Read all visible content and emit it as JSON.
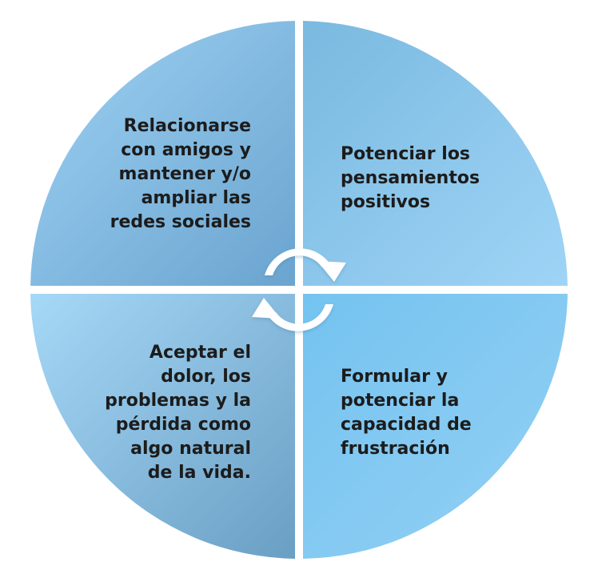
{
  "colors": {
    "tl_light": "#9fd2f4",
    "tl_dark": "#6aa4cf",
    "tr_light": "#7ab9e0",
    "tr_dark": "#9ed4f6",
    "bl_light": "#a6d8f7",
    "bl_dark": "#6a9fc4",
    "br_light": "#74c3f0",
    "br_dark": "#94d0f4",
    "arrow": "#ffffff",
    "text": "#1c1c1c"
  },
  "quadrants": {
    "top_left": {
      "text": "Relacionarse\ncon amigos y\nmantener y/o\nampliar las\nredes sociales"
    },
    "top_right": {
      "text": "Potenciar los\npensamientos\npositivos"
    },
    "bottom_left": {
      "text": "Aceptar el\ndolor, los\nproblemas y la\npérdida como\nalgo natural\nde la vida."
    },
    "bottom_right": {
      "text": "Formular y\npotenciar la\ncapacidad de\nfrustración"
    }
  },
  "center_icon": "circular-arrows-icon"
}
